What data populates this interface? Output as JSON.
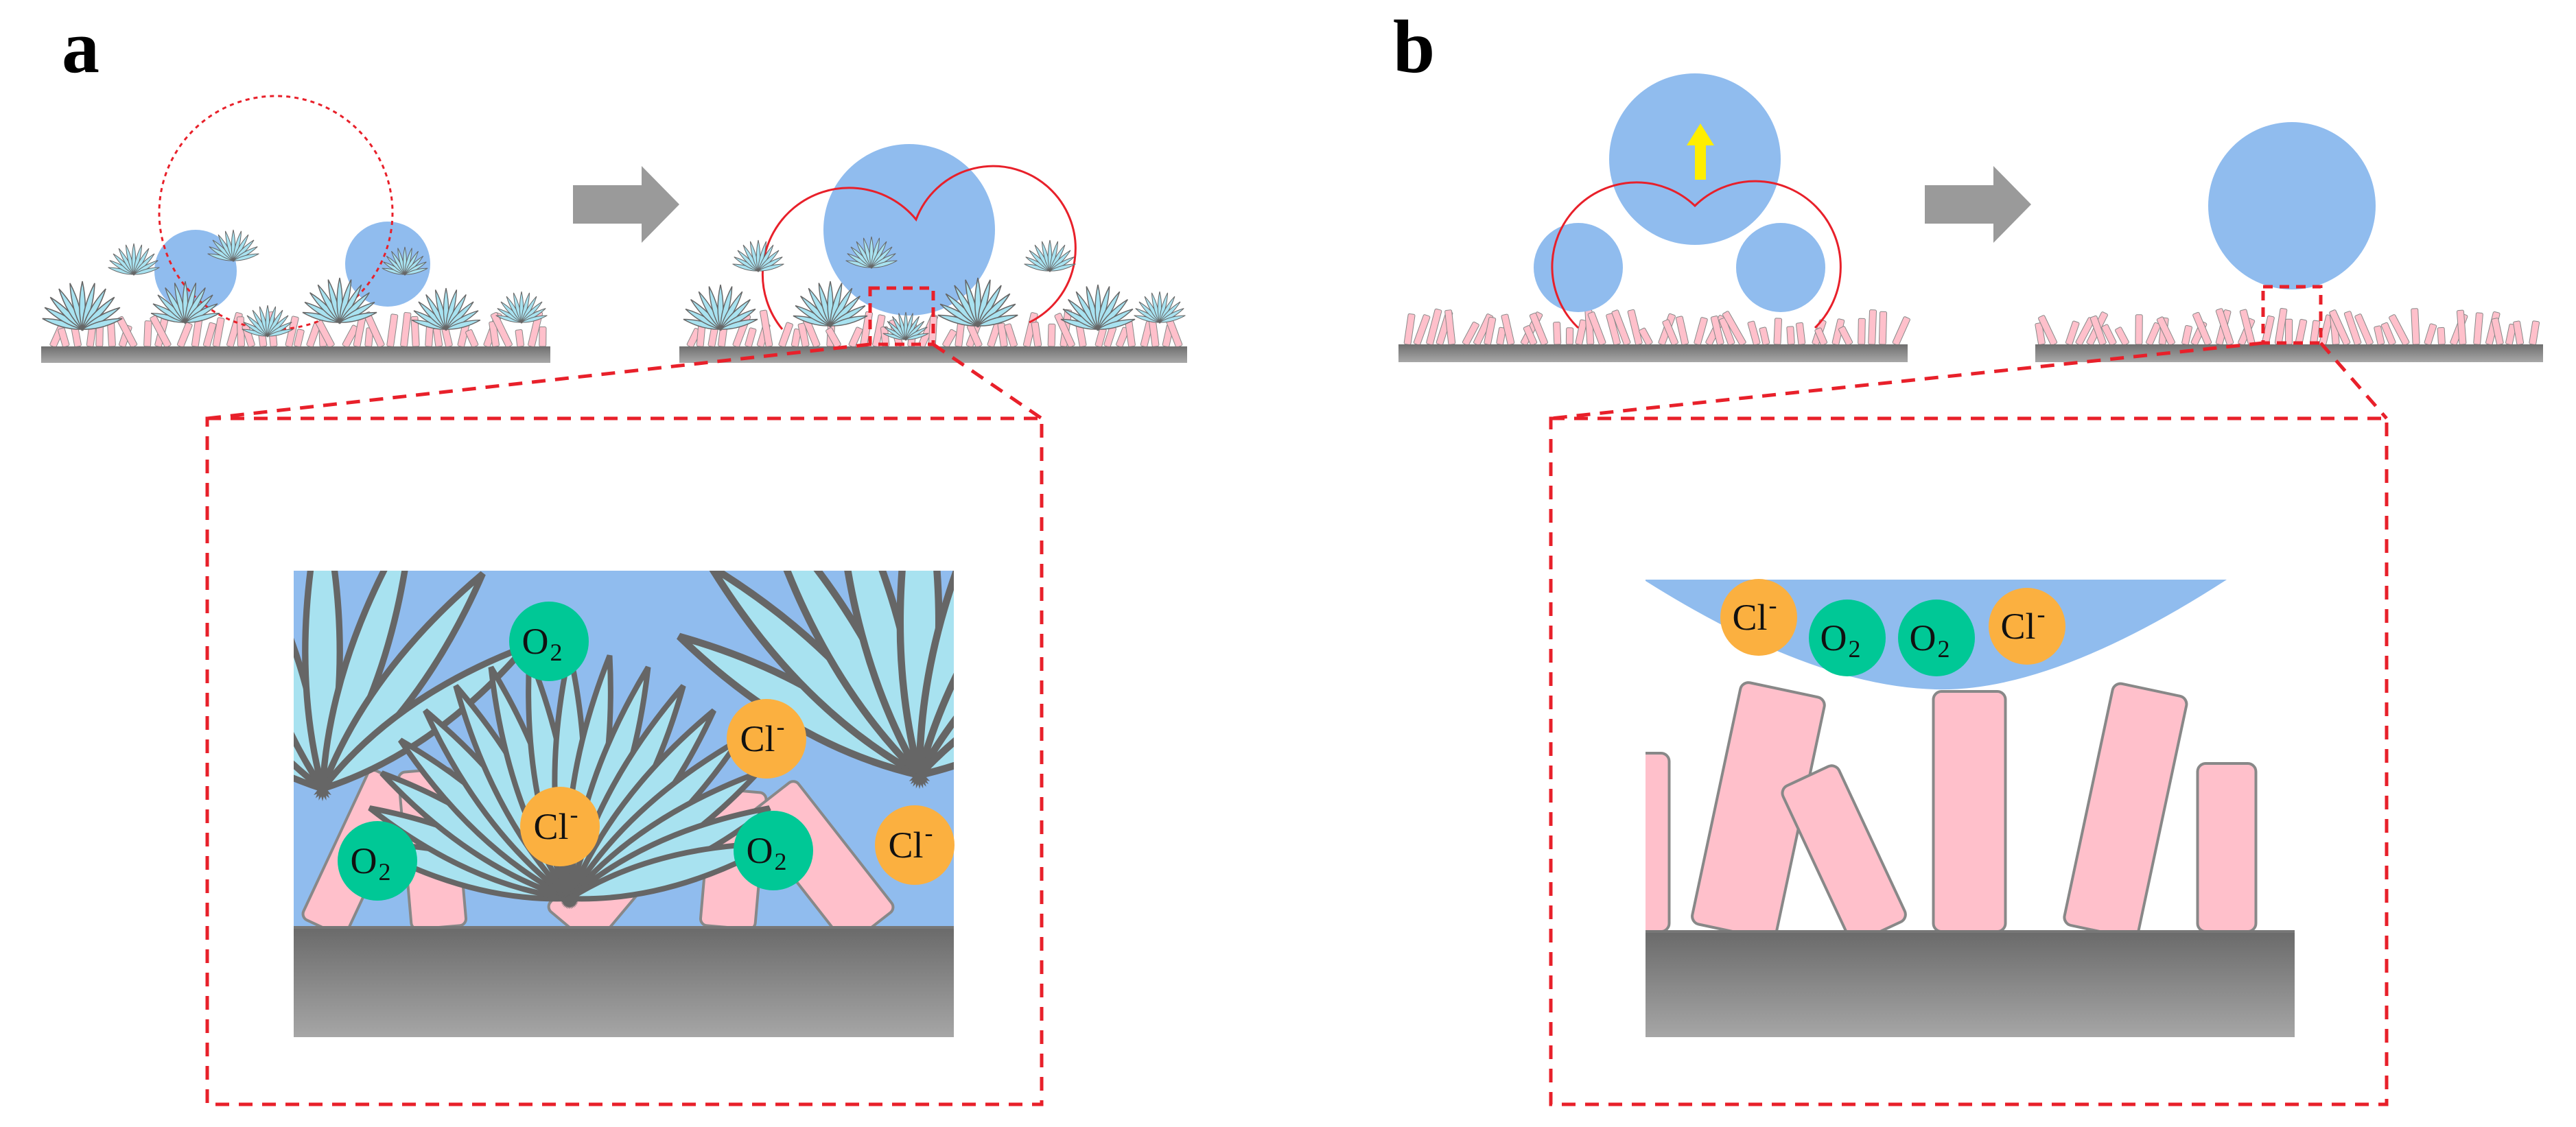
{
  "panel_a": {
    "letter": "a",
    "ions": [
      {
        "label": "O",
        "sub": "2",
        "color": "#00c896"
      },
      {
        "label": "Cl",
        "sup": "-",
        "color": "#fbb040"
      },
      {
        "label": "Cl",
        "sup": "-",
        "color": "#fbb040"
      },
      {
        "label": "O",
        "sub": "2",
        "color": "#00c896"
      },
      {
        "label": "O",
        "sub": "2",
        "color": "#00c896"
      },
      {
        "label": "Cl",
        "sup": "-",
        "color": "#fbb040"
      }
    ]
  },
  "panel_b": {
    "letter": "b",
    "ions": [
      {
        "label": "Cl",
        "sup": "-",
        "color": "#fbb040"
      },
      {
        "label": "O",
        "sub": "2",
        "color": "#00c896"
      },
      {
        "label": "O",
        "sub": "2",
        "color": "#00c896"
      },
      {
        "label": "Cl",
        "sup": "-",
        "color": "#fbb040"
      }
    ]
  },
  "colors": {
    "droplet": "#90bcee",
    "rod": "#ffc0cb",
    "rod_edge": "#888888",
    "leaf": "#a8e2f0",
    "substrate": "#8a8a8a",
    "arrow": "#9a9a9a",
    "zoom_box": "#e8202a",
    "up_arrow": "#ffee00"
  }
}
